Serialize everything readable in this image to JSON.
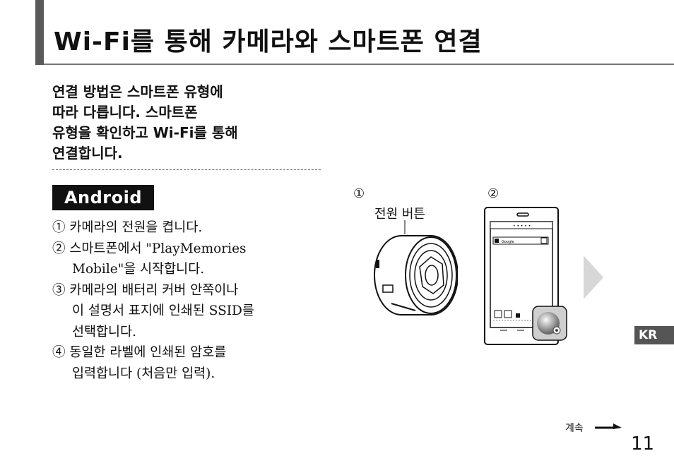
{
  "header": {
    "title": "Wi-Fi를 통해 카메라와 스마트폰 연결"
  },
  "intro": {
    "lines": [
      "연결 방법은 스마트폰 유형에",
      "따라 다릅니다. 스마트폰",
      "유형을 확인하고 Wi-Fi를 통해",
      "연결합니다."
    ]
  },
  "section": {
    "badge": "Android"
  },
  "steps": {
    "s1": [
      "① 카메라의 전원을 켭니다."
    ],
    "s2": [
      "② 스마트폰에서 \"PlayMemories",
      "Mobile\"을 시작합니다."
    ],
    "s3": [
      "③ 카메라의 배터리 커버 안쪽이나",
      "이 설명서 표지에 인쇄된 SSID를",
      "선택합니다."
    ],
    "s4": [
      "④ 동일한 라벨에 인쇄된 암호를",
      "입력합니다 (처음만 입력)."
    ]
  },
  "illustration": {
    "label1": "①",
    "label2": "②",
    "power_button_label": "전원 버튼",
    "search_text": "Google"
  },
  "side_tab": {
    "label": "KR"
  },
  "footer": {
    "continued": "계속",
    "page_number": "11"
  },
  "icons": [
    "camera-lens-illustration",
    "smartphone-illustration",
    "app-icon",
    "next-arrow-icon",
    "continue-arrow-icon"
  ]
}
